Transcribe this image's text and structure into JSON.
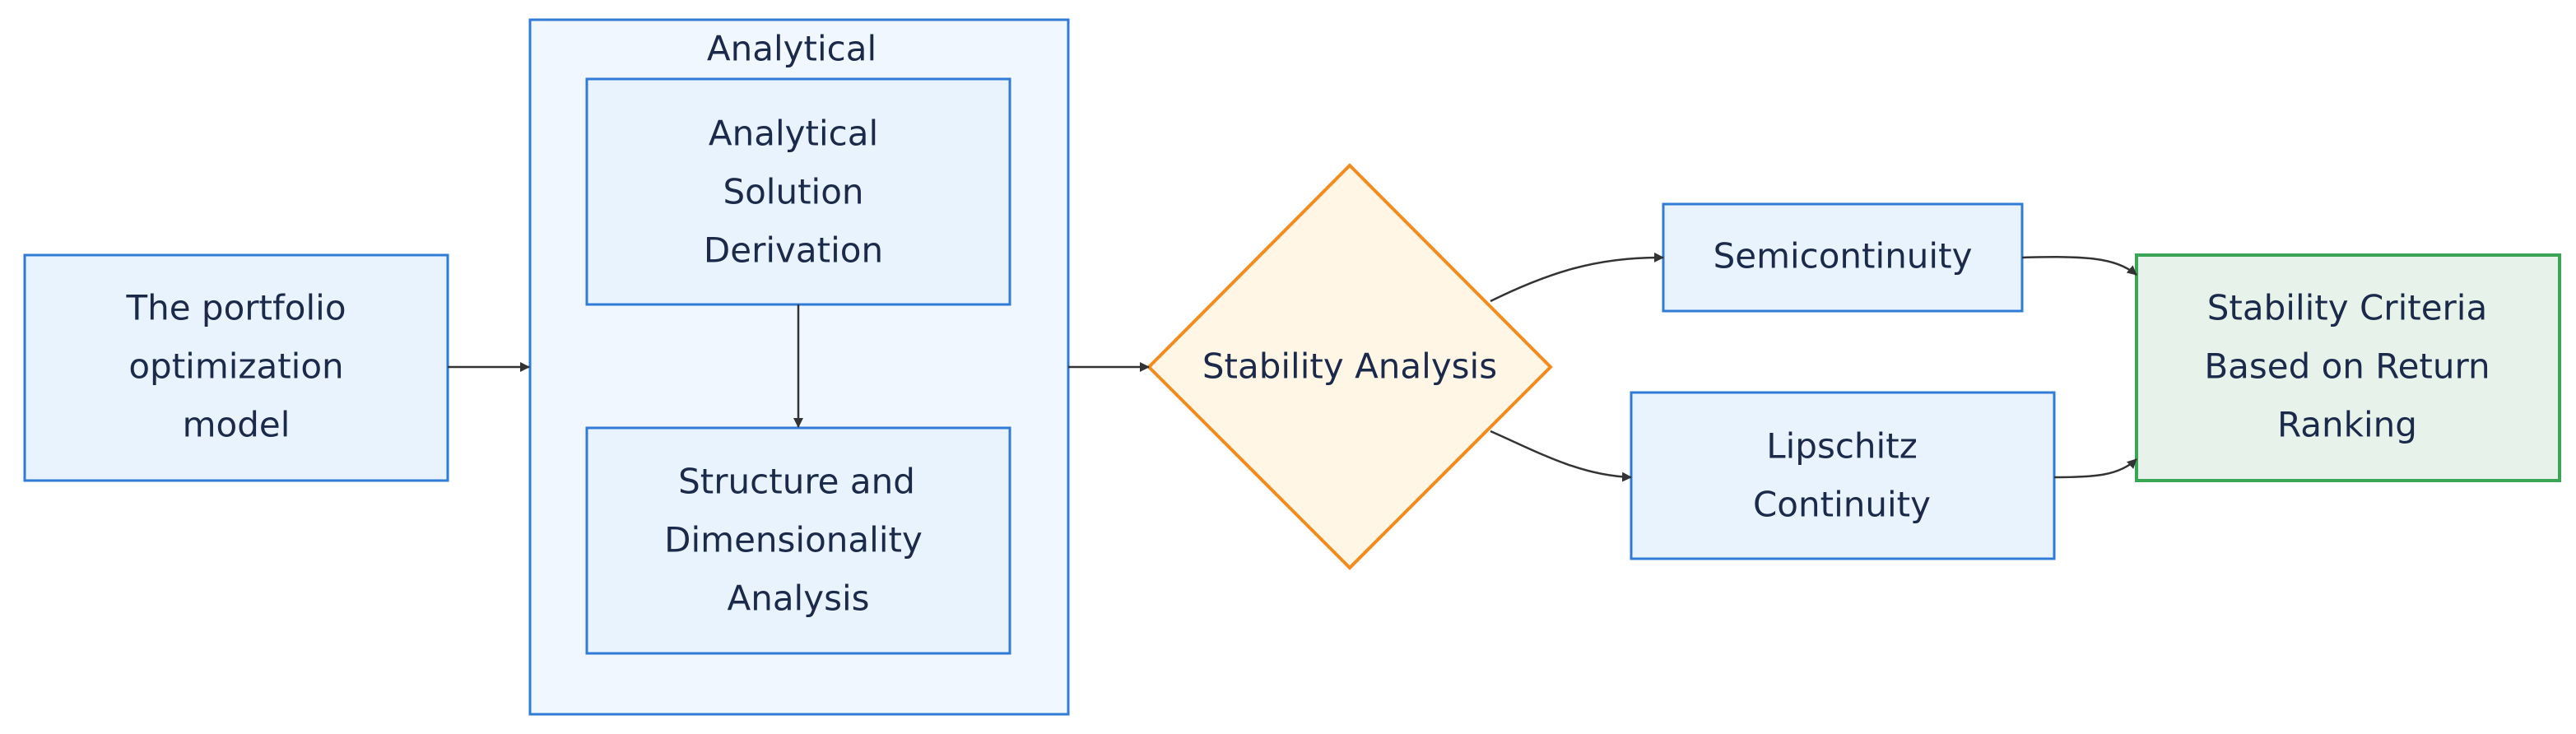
{
  "diagram": {
    "colors": {
      "box_fill": "#e8f3fd",
      "box_stroke": "#2f7bd6",
      "group_fill": "#f0f7fe",
      "decision_fill": "#fff6e5",
      "decision_stroke": "#f28c1e",
      "result_fill": "#e7f3ea",
      "result_stroke": "#3aa655",
      "text": "#1b2a4a",
      "edge": "#333333"
    },
    "nodes": {
      "model": {
        "lines": [
          "The portfolio",
          "optimization",
          "model"
        ]
      },
      "group": {
        "label": "Analytical"
      },
      "derivation": {
        "lines": [
          "Analytical",
          "Solution",
          "Derivation"
        ]
      },
      "structure": {
        "lines": [
          "Structure and",
          "Dimensionality",
          "Analysis"
        ]
      },
      "stability": {
        "lines": [
          "Stability Analysis"
        ]
      },
      "semicontinuity": {
        "lines": [
          "Semicontinuity"
        ]
      },
      "lipschitz": {
        "lines": [
          "Lipschitz",
          "Continuity"
        ]
      },
      "criteria": {
        "lines": [
          "Stability Criteria",
          "Based on Return",
          "Ranking"
        ]
      }
    }
  }
}
